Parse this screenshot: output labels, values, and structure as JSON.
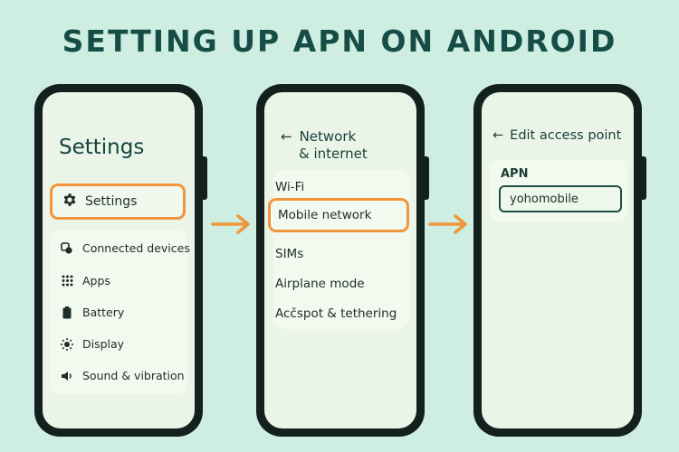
{
  "title": "SETTING UP APN ON ANDROID",
  "phone1": {
    "screen_title": "Settings",
    "highlighted_item": "Settings",
    "items": [
      {
        "label": "Connected devices",
        "icon": "connected-devices-icon"
      },
      {
        "label": "Apps",
        "icon": "apps-grid-icon"
      },
      {
        "label": "Battery",
        "icon": "battery-icon"
      },
      {
        "label": "Display",
        "icon": "brightness-icon"
      },
      {
        "label": "Sound & vibration",
        "icon": "speaker-icon"
      }
    ]
  },
  "phone2": {
    "header_line1": "Network",
    "header_line2": "& internet",
    "items": [
      "Wi-Fi",
      "Mobile network",
      "SIMs",
      "Airplane mode",
      "Acčspot & tethering"
    ]
  },
  "phone3": {
    "header": "Edit access point",
    "field_label": "APN",
    "field_value": "yohomobile"
  },
  "colors": {
    "background": "#cdeee0",
    "title": "#174d47",
    "highlight": "#f0953b",
    "phone_body": "#14201d"
  }
}
